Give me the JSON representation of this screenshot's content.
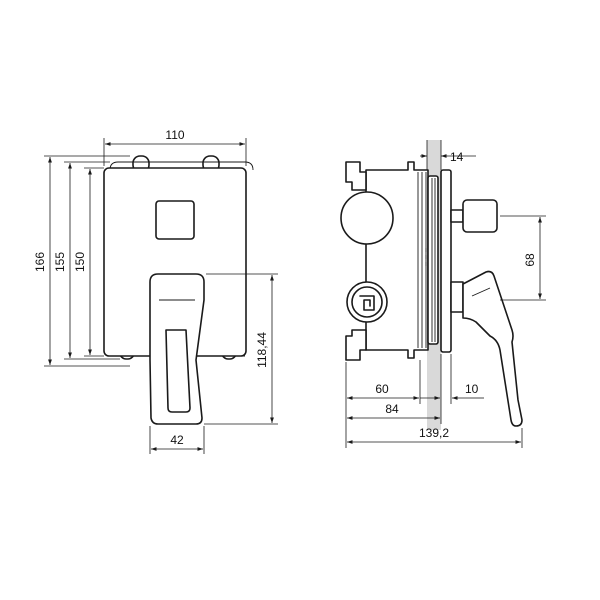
{
  "dimensions": {
    "front_width": "110",
    "front_height_outer": "166",
    "front_height_mid": "155",
    "front_height_inner": "150",
    "handle_drop": "118,44",
    "handle_width": "42",
    "side_top_offset": "14",
    "side_depth_60": "60",
    "side_depth_84": "84",
    "side_handle_10": "10",
    "side_spacing_68": "68",
    "side_total": "139,2"
  }
}
